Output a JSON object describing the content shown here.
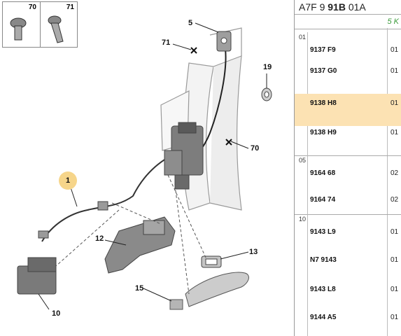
{
  "thumbnails": [
    {
      "number": "70",
      "icon": "screw-icon"
    },
    {
      "number": "71",
      "icon": "screw-icon"
    }
  ],
  "callouts": {
    "c1": "1",
    "c5": "5",
    "c71": "71",
    "c19": "19",
    "c70": "70",
    "c12": "12",
    "c13": "13",
    "c15": "15",
    "c10": "10"
  },
  "colors": {
    "highlight": "#fce2b3",
    "callout_highlight": "#f6d58a",
    "sub_text": "#3a9a3a"
  },
  "panel": {
    "header_pre": "A7F 9 ",
    "header_bold": "91B",
    "header_post": " 01A",
    "sub": "5 K",
    "groups": [
      {
        "num": "01",
        "rows": [
          {
            "code": "9137 F9",
            "qty": "01"
          },
          {
            "code": "9137 G0",
            "qty": "01"
          },
          {
            "code": "9138 H8",
            "qty": "01"
          },
          {
            "code": "9138 H9",
            "qty": "01"
          }
        ]
      },
      {
        "num": "05",
        "rows": [
          {
            "code": "9164 68",
            "qty": "02"
          },
          {
            "code": "9164 74",
            "qty": "02"
          }
        ]
      },
      {
        "num": "10",
        "rows": [
          {
            "code": "9143 L9",
            "qty": "01"
          },
          {
            "code": "N7 9143",
            "qty": "01"
          },
          {
            "code": "9143 L8",
            "qty": "01"
          },
          {
            "code": "9144 A5",
            "qty": "01"
          }
        ]
      }
    ]
  }
}
